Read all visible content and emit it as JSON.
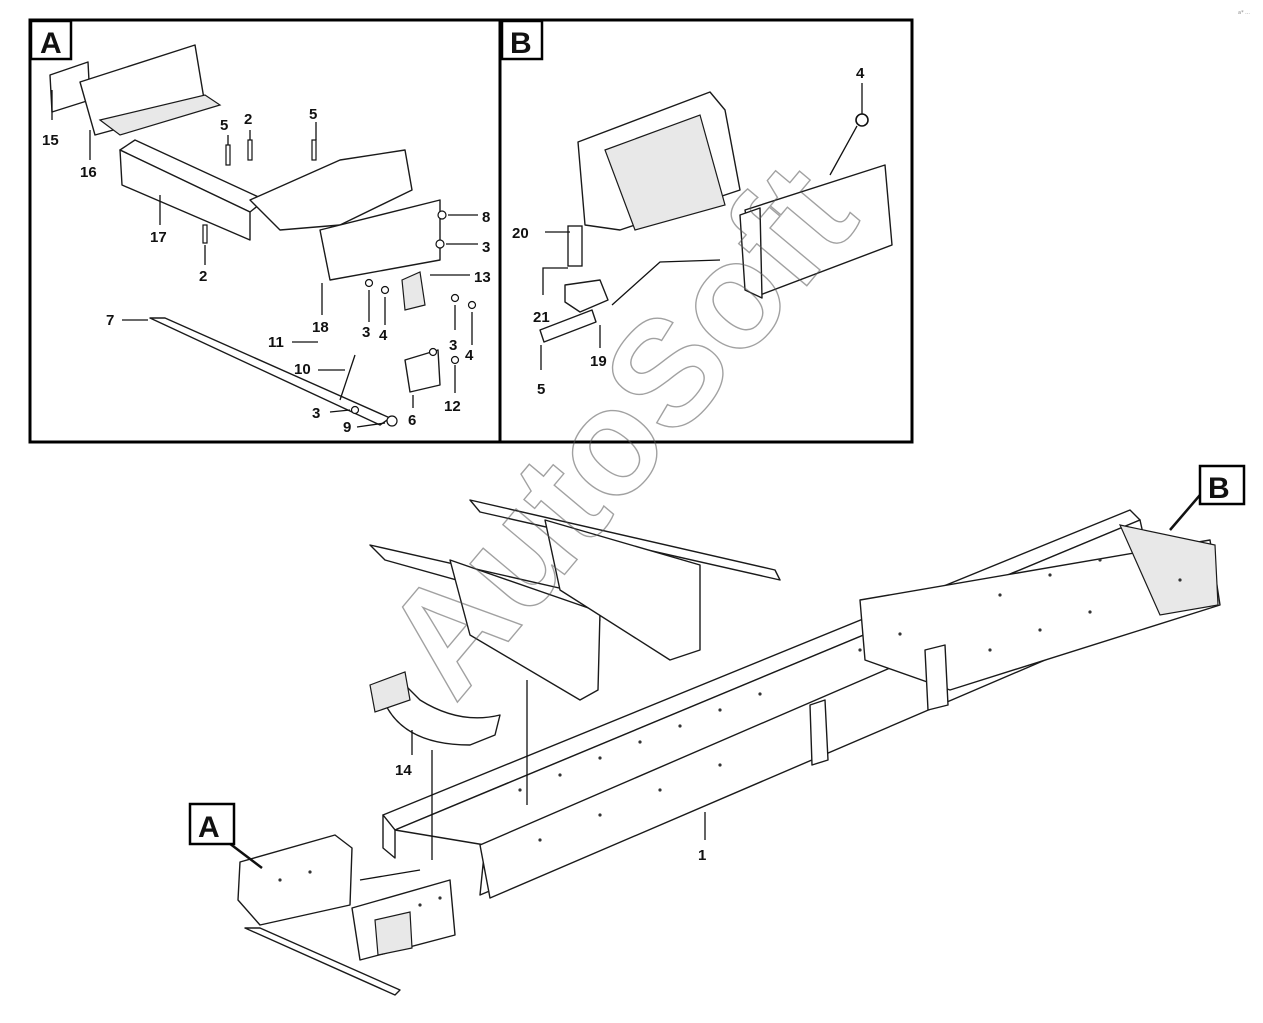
{
  "panels": [
    {
      "id": "A",
      "letter": "A"
    },
    {
      "id": "B",
      "letter": "B"
    }
  ],
  "main_labels": {
    "A": "A",
    "B": "B"
  },
  "callouts_panel_a": [
    "15",
    "16",
    "17",
    "2",
    "5",
    "2",
    "5",
    "8",
    "3",
    "13",
    "18",
    "3",
    "4",
    "4",
    "3",
    "7",
    "11",
    "10",
    "3",
    "9",
    "6",
    "12"
  ],
  "callouts_panel_b": [
    "4",
    "20",
    "21",
    "5",
    "19"
  ],
  "callouts_main": [
    "14",
    "1"
  ],
  "watermark": "AutoSoft",
  "corner_mark": "a* ..."
}
